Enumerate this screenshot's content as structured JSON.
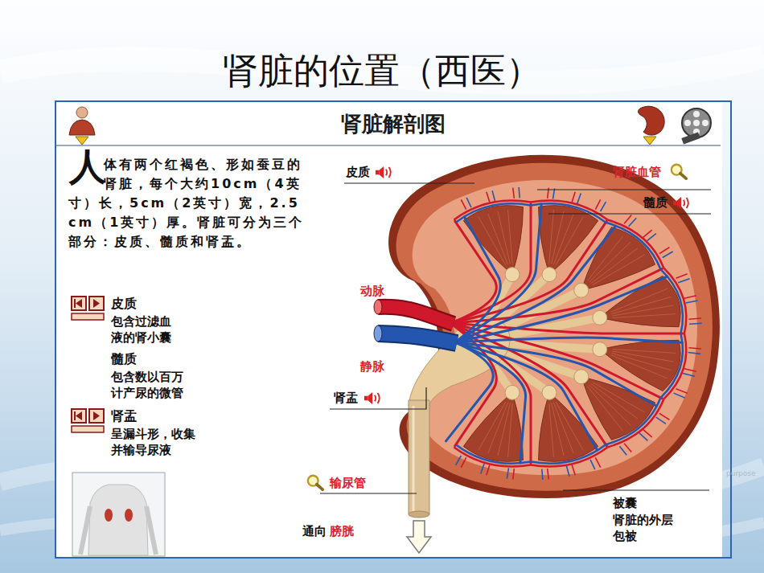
{
  "diagram": {
    "title": "肾脏的位置（西医）",
    "nodes": [
      {
        "text": [
          "肾脏解剖图"
        ]
      }
    ],
    "labels": [
      "人",
      "体有两个红褐色、形如蚕豆的肾脏，每个大约10cm（4英寸）长，5cm（2英寸）宽，2.5cm（1英寸）厚。肾脏可分为三个部分：皮质、髓质和肾盂。",
      "皮质",
      "包含过滤血液的肾小囊",
      "髓质",
      "包含数以百万计产尿的微管",
      "肾盂",
      "呈漏斗形，收集并输导尿液",
      "皮质",
      "肾脏血管",
      "髓质",
      "动脉",
      "静脉",
      "肾盂",
      "输尿管",
      "通向",
      "膀胱",
      "被囊",
      "肾脏的外层包被",
      "purpose"
    ]
  }
}
